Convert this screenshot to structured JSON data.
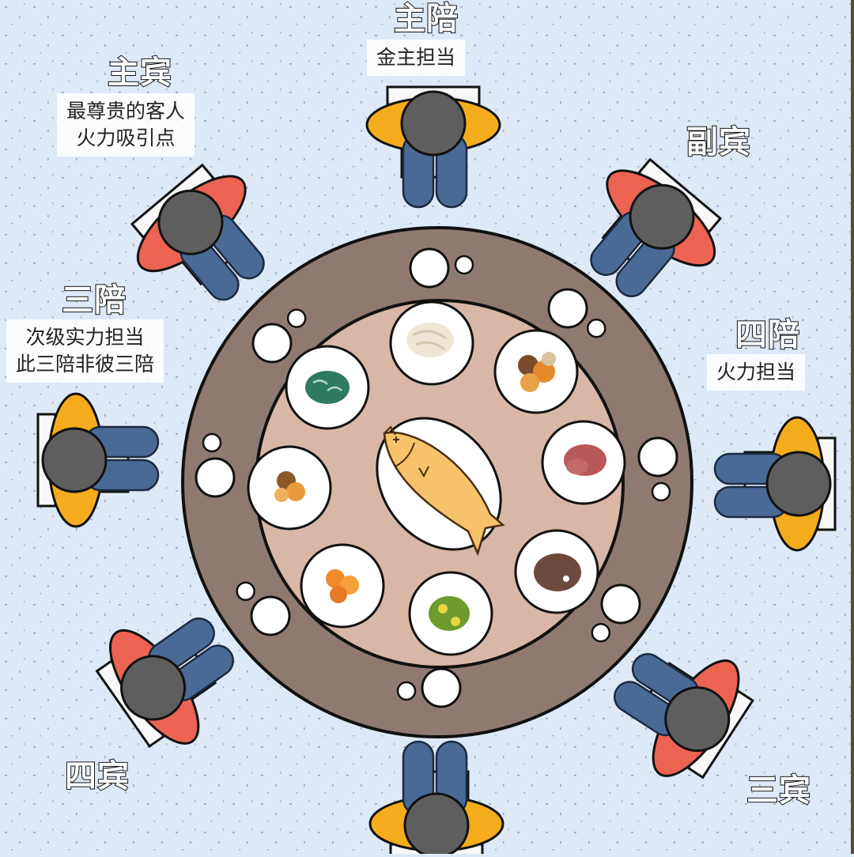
{
  "diagram": {
    "type": "banquet-seating-chart",
    "colors": {
      "background": "#dde9f7",
      "table_ring": "#8f7a72",
      "table_center": "#d9b7a6",
      "host_shirt": "#f5ac1c",
      "guest_shirt": "#ec6352",
      "pants": "#4a6a96",
      "head": "#5e5e5e",
      "chair": "#f8f8f8",
      "fish": "#f7c26c"
    },
    "seats": [
      {
        "id": "main-host",
        "title": "主陪",
        "description": [
          "金主担当"
        ],
        "role": "host"
      },
      {
        "id": "main-guest",
        "title": "主宾",
        "description": [
          "最尊贵的客人",
          "火力吸引点"
        ],
        "role": "guest"
      },
      {
        "id": "second-guest",
        "title": "副宾",
        "description": [],
        "role": "guest"
      },
      {
        "id": "third-host",
        "title": "三陪",
        "description": [
          "次级实力担当",
          "此三陪非彼三陪"
        ],
        "role": "host"
      },
      {
        "id": "fourth-host",
        "title": "四陪",
        "description": [
          "火力担当"
        ],
        "role": "host"
      },
      {
        "id": "fourth-guest",
        "title": "四宾",
        "description": [],
        "role": "guest"
      },
      {
        "id": "third-guest",
        "title": "三宾",
        "description": [],
        "role": "guest"
      },
      {
        "id": "second-host",
        "title": "",
        "description": [],
        "role": "host"
      }
    ],
    "table": {
      "center_dish": "fish",
      "dishes": [
        "sliced-meat",
        "mushroom-stirfry",
        "braised-pork",
        "stewed-beef",
        "green-vegetable-stirfry",
        "carrot-stirfry",
        "mixed-stirfry",
        "greens"
      ]
    }
  }
}
